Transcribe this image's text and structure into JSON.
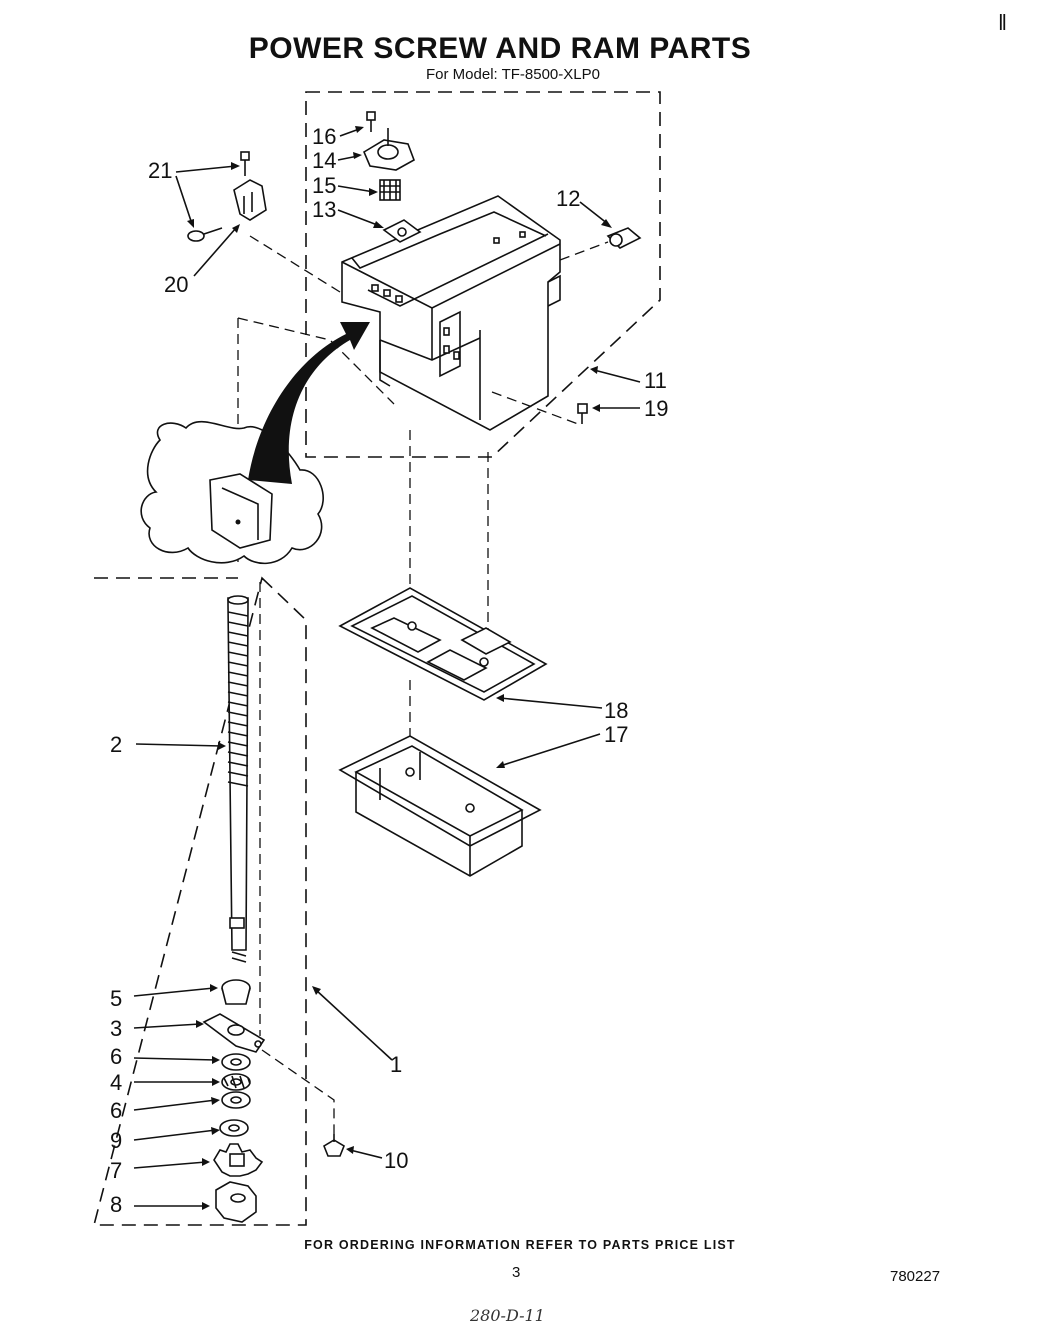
{
  "title": "POWER SCREW AND RAM PARTS",
  "subtitle": "For Model: TF-8500-XLP0",
  "footer_note": "FOR ORDERING INFORMATION REFER TO PARTS PRICE LIST",
  "page_number": "3",
  "doc_code": "780227",
  "handwritten_note": "280-D-11",
  "corner_mark": "‖",
  "callouts": {
    "c1": "1",
    "c2": "2",
    "c3": "3",
    "c4": "4",
    "c5": "5",
    "c6a": "6",
    "c6b": "6",
    "c7": "7",
    "c8": "8",
    "c9": "9",
    "c10": "10",
    "c11": "11",
    "c12": "12",
    "c13": "13",
    "c14": "14",
    "c15": "15",
    "c16": "16",
    "c17": "17",
    "c18": "18",
    "c19": "19",
    "c20": "20",
    "c21": "21"
  }
}
